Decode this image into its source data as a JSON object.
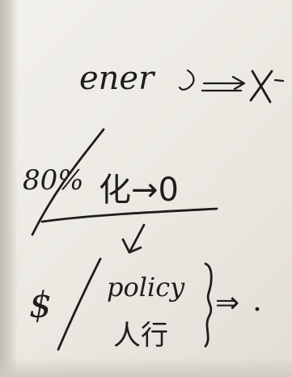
{
  "note": {
    "line1": "ener",
    "line2_percent": "80%",
    "line2_text": "化→0",
    "line3_currency": "$",
    "line3_policy": "policy",
    "line3_chinese": "人行",
    "line3_arrow": "⇒"
  },
  "colors": {
    "ink": "#1e1d1b",
    "paper": "#efece6"
  }
}
